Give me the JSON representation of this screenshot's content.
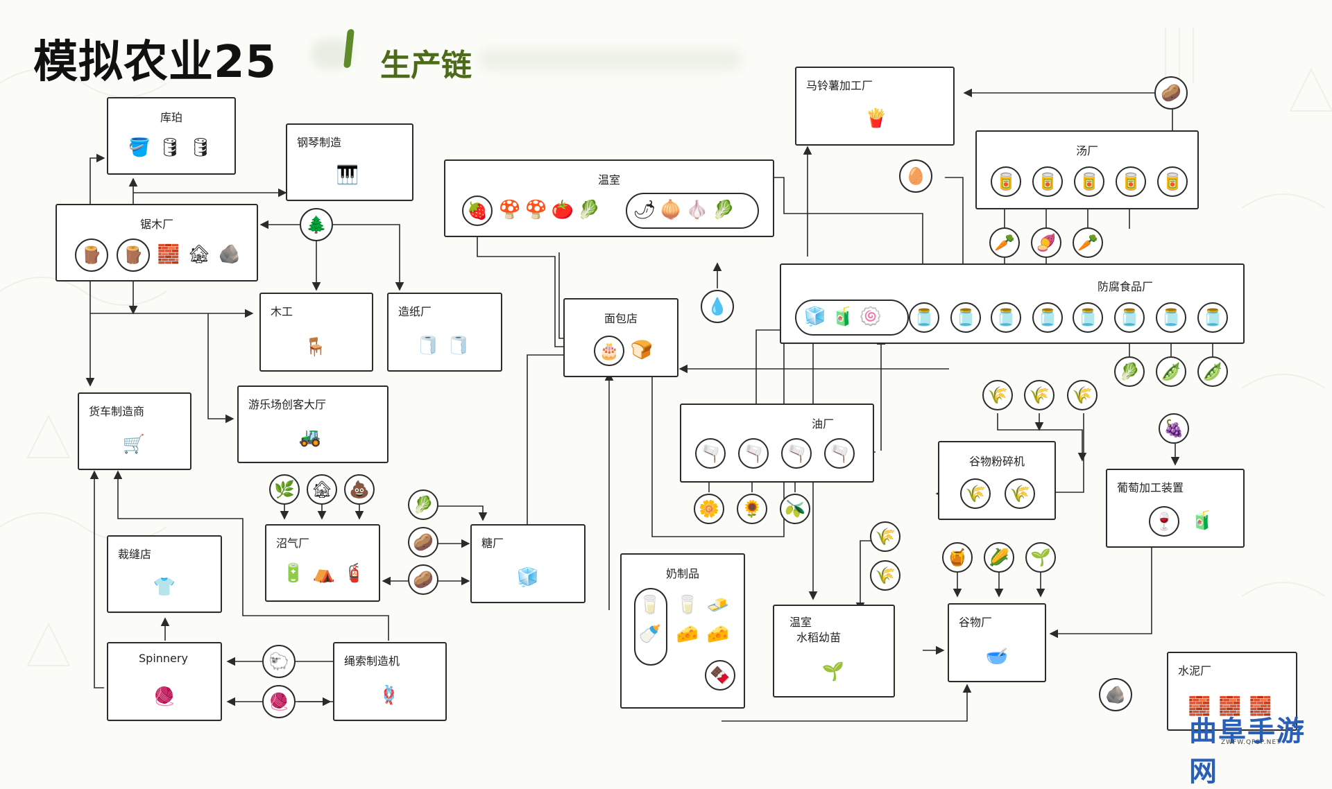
{
  "header": {
    "title": "模拟农业25",
    "subtitle": "生产链"
  },
  "nodes": {
    "pallets": {
      "label": "库珀",
      "icons": [
        "🪣",
        "🛢",
        "🛢"
      ]
    },
    "piano": {
      "label": "钢琴制造",
      "icons": [
        "🎹"
      ]
    },
    "sawmill": {
      "label": "锯木厂",
      "icons": [
        "🪵",
        "🪵",
        "🧱",
        "🏚",
        "🪨"
      ]
    },
    "carpenter": {
      "label": "木工",
      "icons": [
        "🪑"
      ]
    },
    "papermill": {
      "label": "造纸厂",
      "icons": [
        "🧻",
        "🧻"
      ]
    },
    "wagon": {
      "label": "货车制造商",
      "icons": [
        "🛒"
      ]
    },
    "playground": {
      "label": "游乐场创客大厅",
      "icons": [
        "🚜"
      ]
    },
    "biogas": {
      "label": "沼气厂",
      "icons": [
        "🔋",
        "⛺",
        "🧯"
      ]
    },
    "tailor": {
      "label": "裁缝店",
      "icons": [
        "👕"
      ]
    },
    "spinnery": {
      "label": "Spinnery",
      "icons": [
        "🧶"
      ]
    },
    "ropemaker": {
      "label": "绳索制造机",
      "icons": [
        "🪢"
      ]
    },
    "greenhouse": {
      "label": "温室",
      "icons": [
        "🍓",
        "🍄",
        "🍄",
        "🍅",
        "🥬",
        "🌶",
        "🧅",
        "🧄",
        "🥬"
      ]
    },
    "bakery": {
      "label": "面包店",
      "icons": [
        "🎂",
        "🍞"
      ]
    },
    "sugar": {
      "label": "糖厂",
      "icons": [
        "🧊"
      ]
    },
    "dairy": {
      "label": "奶制品",
      "icons": [
        "🥛",
        "🥛",
        "🍼",
        "🧈",
        "🧀",
        "🧀",
        "🍫"
      ]
    },
    "potato_factory": {
      "label": "马铃薯加工厂",
      "icons": [
        "🍟"
      ]
    },
    "soup": {
      "label": "汤厂",
      "icons": [
        "🥫",
        "🥫",
        "🥫",
        "🥫",
        "🥫"
      ]
    },
    "preserved": {
      "label": "防腐食品厂",
      "icons": [
        "🧊",
        "🧃",
        "🍥",
        "🫙",
        "🫙",
        "🫙",
        "🫙",
        "🫙",
        "🫙",
        "🫙",
        "🫙"
      ]
    },
    "oil": {
      "label": "油厂",
      "icons": [
        "🫗",
        "🫗",
        "🫗",
        "🫗"
      ]
    },
    "grain_mill": {
      "label": "谷物粉碎机",
      "icons": [
        "🌾",
        "🌾"
      ]
    },
    "grape": {
      "label": "葡萄加工装置",
      "icons": [
        "🍷",
        "🧃"
      ]
    },
    "rice_greenhouse": {
      "label": "温室",
      "label2": "水稻幼苗",
      "icons": [
        "🌱"
      ]
    },
    "cereal": {
      "label": "谷物厂",
      "icons": [
        "🥣"
      ]
    },
    "cement": {
      "label": "水泥厂",
      "icons": [
        "🧱",
        "🧱",
        "🧱"
      ]
    }
  },
  "inputs": {
    "tree": "🌲",
    "water": "💧",
    "egg": "🥚",
    "potato": "🥔",
    "carrot": "🥕",
    "beet": "🍠",
    "parsnip": "🥕",
    "spinach": "🥬",
    "peas": "🫛",
    "beans": "🫛",
    "wheat": "🌾",
    "barley": "🌾",
    "oat": "🌾",
    "grape": "🍇",
    "rapeseed": "🌼",
    "sunflower": "🌻",
    "olive": "🫒",
    "manure": "🌿",
    "silage": "🏚",
    "slurry": "💩",
    "leek": "🥬",
    "sugarbeet": "🥔",
    "sugarcane": "🥔",
    "wool": "🐑",
    "yarn": "🧶",
    "honey": "🍯",
    "corn": "🌽",
    "soy": "🌱",
    "rice1": "🌾",
    "rice2": "🌾",
    "stone": "🪨"
  },
  "watermark": {
    "text": "曲阜手游网",
    "sub": "ZWFW.QFSP.NET"
  },
  "colors": {
    "accent": "#4b6b1b",
    "stroke": "#2b2b2b",
    "background": "#fbfcf7",
    "watermark": "#2a5fb8"
  }
}
